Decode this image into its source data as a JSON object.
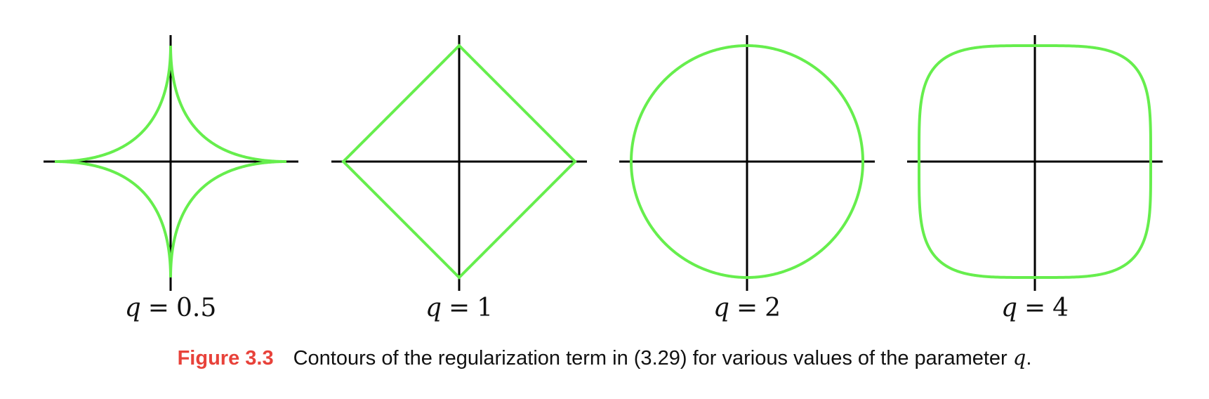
{
  "colors": {
    "contour": "#66ee4d",
    "axes": "#000000",
    "figure_label": "#e8423a",
    "text": "#111111"
  },
  "panels": [
    {
      "q": 0.5,
      "var": "q",
      "eq": "=",
      "value": "0.5"
    },
    {
      "q": 1,
      "var": "q",
      "eq": "=",
      "value": "1"
    },
    {
      "q": 2,
      "var": "q",
      "eq": "=",
      "value": "2"
    },
    {
      "q": 4,
      "var": "q",
      "eq": "=",
      "value": "4"
    }
  ],
  "caption": {
    "figure_label": "Figure 3.3",
    "text": "Contours of the regularization term in (3.29) for various values of the parameter ",
    "param": "q",
    "end": "."
  }
}
